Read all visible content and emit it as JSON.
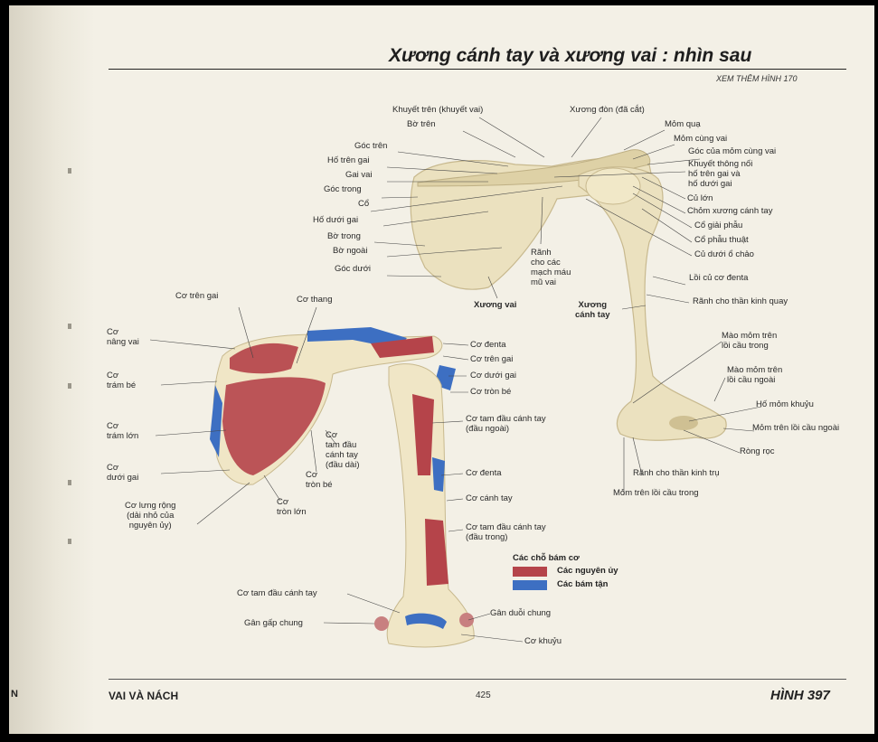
{
  "header": {
    "title": "Xương cánh tay và xương vai : nhìn sau",
    "subtitle": "XEM THÊM HÌNH 170"
  },
  "edge_letter": "N",
  "footer": {
    "section": "VAI VÀ NÁCH",
    "page_number": "425",
    "figure": "HÌNH 397"
  },
  "top_figure": {
    "labels": {
      "khuyet_tren": "Khuyết trên (khuyết vai)",
      "xuong_don": "Xương đòn (đã cắt)",
      "bo_tren": "Bờ trên",
      "mom_qua": "Mỏm quạ",
      "mom_cung_vai": "Mỏm cùng vai",
      "goc_tren": "Góc trên",
      "goc_cua_mom_cung_vai": "Góc của mỏm cùng vai",
      "ho_tren_gai": "Hố trên gai",
      "khuyet_thong_noi": "Khuyết thông nối\nhố trên gai và\nhố dưới gai",
      "gai_vai": "Gai vai",
      "goc_trong": "Góc trong",
      "cu_lon": "Củ lớn",
      "co": "Cổ",
      "chom_xuong": "Chỏm xương cánh tay",
      "ho_duoi_gai": "Hố dưới gai",
      "co_giai_phau": "Cổ giải phẫu",
      "bo_trong": "Bờ trong",
      "co_phau_thuat": "Cổ phẫu thuật",
      "bo_ngoai": "Bờ ngoài",
      "ranh_mach": "Rãnh\ncho các\nmạch máu\nmũ vai",
      "cu_duoi_o_chao": "Củ dưới ổ chảo",
      "goc_duoi": "Góc dưới",
      "loi_cu_co_denta": "Lồi củ cơ đenta",
      "xuong_vai": "Xương vai",
      "xuong_canh_tay": "Xương\ncánh tay",
      "ranh_than_kinh_quay": "Rãnh cho thần kinh quay",
      "mao_tren_loi_cau_trong": "Mào mỏm trên\nlồi cầu trong",
      "mao_tren_loi_cau_ngoai": "Mào mỏm trên\nlồi cầu ngoài",
      "ho_mom_khuyu": "Hố mỏm khuỷu",
      "mom_tren_loi_cau_ngoai": "Mỏm trên lồi cầu ngoài",
      "rong_roc": "Ròng rọc",
      "ranh_than_kinh_tru": "Rãnh cho thần kinh trụ",
      "mom_tren_loi_cau_trong": "Mỏm trên lồi cầu trong"
    }
  },
  "bottom_figure": {
    "labels": {
      "co_tren_gai": "Cơ trên gai",
      "co_thang": "Cơ thang",
      "co_nang_vai": "Cơ\nnâng vai",
      "co_denta_1": "Cơ đenta",
      "co_tren_gai_2": "Cơ trên gai",
      "co_tram_be": "Cơ\ntrám bé",
      "co_duoi_gai_r": "Cơ dưới gai",
      "co_tron_be_r": "Cơ tròn bé",
      "co_tram_lon": "Cơ\ntrám lớn",
      "co_tam_dau_dai": "Cơ\ntam đầu\ncánh tay\n(đầu dài)",
      "co_tam_dau_ngoai": "Cơ tam đầu cánh tay\n(đầu ngoài)",
      "co_duoi_gai_l": "Cơ\ndưới gai",
      "co_tron_be_l": "Cơ\ntròn bé",
      "co_denta_2": "Cơ đenta",
      "co_lung_rong": "Cơ lưng rộng\n(dải nhỏ của\nnguyên ủy)",
      "co_tron_lon": "Cơ\ntròn lớn",
      "co_canh_tay": "Cơ cánh tay",
      "co_tam_dau_trong": "Cơ tam đầu cánh tay\n(đầu trong)",
      "co_tam_dau_canh_tay": "Cơ tam đầu cánh tay",
      "gan_duoi_chung": "Gân duỗi chung",
      "gan_gap_chung": "Gân gấp chung",
      "co_khuyu": "Cơ khuỷu"
    }
  },
  "legend": {
    "title": "Các chỗ bám cơ",
    "items": [
      {
        "label": "Các nguyên ủy",
        "color": "#b5444a"
      },
      {
        "label": "Các bám tận",
        "color": "#3d6fc2"
      }
    ]
  },
  "colors": {
    "bone": "#e9dfbd",
    "bone_shade": "#d6c89e",
    "origin": "#b5444a",
    "insertion": "#3d6fc2"
  }
}
